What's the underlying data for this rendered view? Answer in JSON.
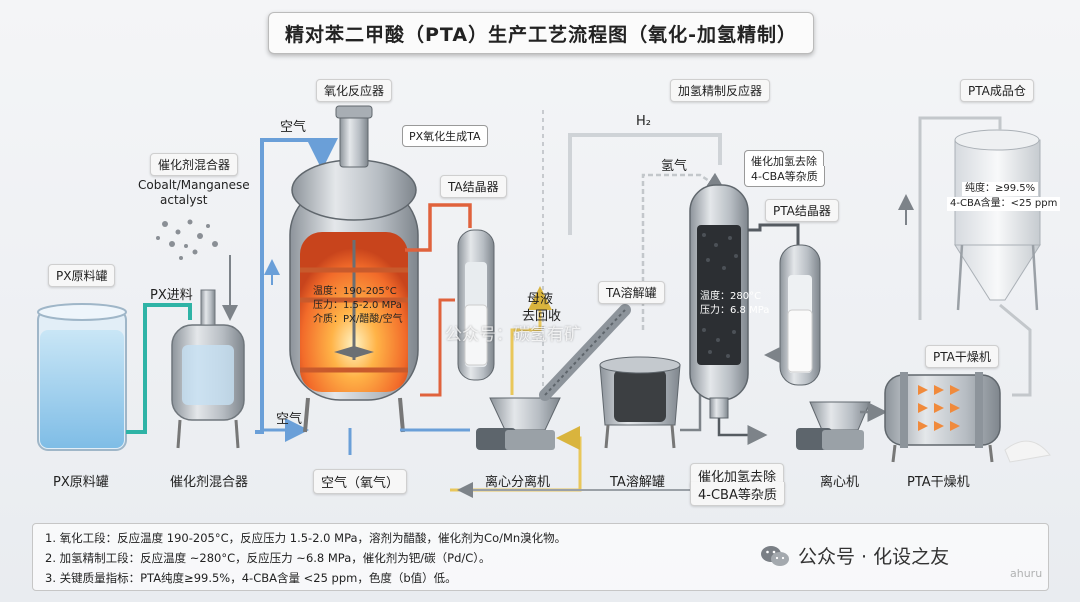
{
  "title": "精对苯二甲酸（PTA）生产工艺流程图（氧化-加氢精制）",
  "top_labels": {
    "oxidation_reactor": "氧化反应器",
    "hydrogenation_reactor": "加氢精制反应器",
    "pta_silo": "PTA成品仓",
    "ta_crystallizer": "TA结晶器",
    "pta_crystallizer": "PTA结晶器",
    "catalyst_mixer": "催化剂混合器",
    "px_tank": "PX原料罐",
    "ta_dissolver": "TA溶解罐",
    "pta_dryer": "PTA干燥机"
  },
  "flow_labels": {
    "air_top": "空气",
    "air_mid": "空气",
    "h2_formula": "H₂",
    "hydrogen": "氢气",
    "px_feed": "PX进料",
    "mother_liquor_line1": "母液",
    "mother_liquor_line2": "去回收",
    "air_oxygen": "空气（氧气）"
  },
  "catalyst_text": {
    "line1": "Cobalt/Manganese",
    "line2": "actalyst"
  },
  "callouts": {
    "px_to_ta": "PX氧化生成TA",
    "hydro_line1": "催化加氢去除",
    "hydro_line2": "4-CBA等杂质"
  },
  "oxidation_conditions": {
    "temp": "温度：190-205°C",
    "pressure": "压力：1.5-2.0 MPa",
    "medium": "介质：PX/醋酸/空气"
  },
  "hydro_conditions": {
    "temp": "温度：280°C",
    "pressure": "压力：6.8 MPa"
  },
  "silo_spec": {
    "purity": "纯度：≥99.5%",
    "cba": "4-CBA含量：<25 ppm"
  },
  "bottom_labels": {
    "px_tank": "PX原料罐",
    "catalyst_mixer": "催化剂混合器",
    "centrifuge1": "离心分离机",
    "ta_dissolver": "TA溶解罐",
    "hydro_line1": "催化加氢去除",
    "hydro_line2": "4-CBA等杂质",
    "centrifuge2": "离心机",
    "dryer": "PTA干燥机"
  },
  "notes": [
    "1. 氧化工段：反应温度 190-205°C，反应压力 1.5-2.0 MPa，溶剂为醋酸，催化剂为Co/Mn溴化物。",
    "2. 加氢精制工段：反应温度 ~280°C，反应压力 ~6.8 MPa，催化剂为钯/碳（Pd/C）。",
    "3. 关键质量指标：PTA纯度≥99.5%，4-CBA含量 <25 ppm，色度（b值）低。"
  ],
  "wechat_label": "公众号 · 化设之友",
  "watermarks": {
    "center": "公众号：碳氢有矿",
    "corner": "ahuru"
  },
  "colors": {
    "air_line": "#6a9fd8",
    "px_line": "#2eb3a6",
    "hot_line": "#e0623c",
    "mother_liquor": "#e9c75a",
    "gas_line": "#9aa0a6",
    "vessel_steel": "#b9bec4",
    "flame": "#ff8a2b"
  }
}
